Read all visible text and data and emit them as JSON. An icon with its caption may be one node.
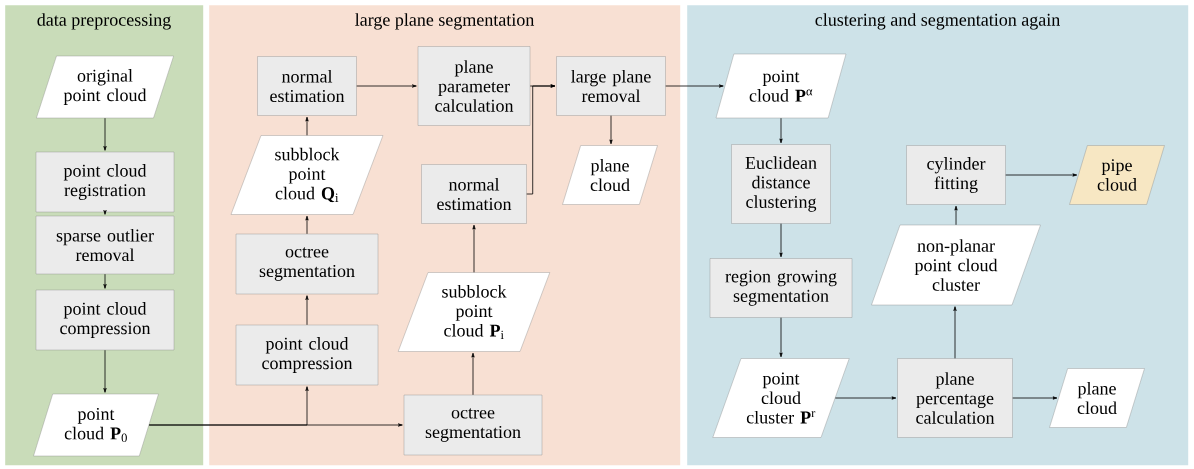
{
  "diagram": {
    "nodes": [
      {
        "text": [
          "data preprocessing"
        ]
      },
      {
        "text": [
          "original point cloud"
        ],
        "in": 0
      },
      {
        "text": [
          "point cloud registration"
        ],
        "in": 0
      },
      {
        "text": [
          "sparse outlier removal"
        ],
        "in": 0
      },
      {
        "text": [
          "point cloud compression"
        ],
        "in": 0
      },
      {
        "text": [
          "point cloud **P**$_{0}$"
        ],
        "in": 0
      },
      {
        "text": [
          "large plane segmentation"
        ]
      },
      {
        "text": [
          "normal estimation"
        ],
        "in": 6
      },
      {
        "text": [
          "plane parameter calculation"
        ],
        "in": 6
      },
      {
        "text": [
          "large plane removal"
        ],
        "in": 6
      },
      {
        "text": [
          "subblock point cloud **Q**$_{i}$"
        ],
        "in": 6
      },
      {
        "text": [
          "plane cloud"
        ],
        "in": 6
      },
      {
        "text": [
          "normal estimation"
        ],
        "in": 6
      },
      {
        "text": [
          "octree segmentation"
        ],
        "in": 6
      },
      {
        "text": [
          "subblock point cloud **P**$_{i}$"
        ],
        "in": 6
      },
      {
        "text": [
          "point cloud compression"
        ],
        "in": 6
      },
      {
        "text": [
          "octree segmentation"
        ],
        "in": 6
      },
      {
        "text": [
          "clustering and segmentation again"
        ]
      },
      {
        "text": [
          "point cloud **P**$^{α}$"
        ],
        "in": 17
      },
      {
        "text": [
          "Euclidean distance clustering"
        ],
        "in": 17
      },
      {
        "text": [
          "cylinder fitting"
        ],
        "in": 17
      },
      {
        "text": [
          "pipe cloud"
        ],
        "in": 17
      },
      {
        "text": [
          "non-planar point cloud cluster"
        ],
        "in": 17
      },
      {
        "text": [
          "region growing segmentation"
        ],
        "in": 17
      },
      {
        "text": [
          "point cloud cluster **P**$^{r}$"
        ],
        "in": 17
      },
      {
        "text": [
          "plane percentage calculation"
        ],
        "in": 17
      },
      {
        "text": [
          "plane cloud"
        ],
        "in": 17
      }
    ],
    "edges": [
      {
        "from": 1,
        "to": 2,
        "arrow": "to"
      },
      {
        "from": 2,
        "to": 3,
        "arrow": "to"
      },
      {
        "from": 3,
        "to": 4,
        "arrow": "to"
      },
      {
        "from": 4,
        "to": 5,
        "arrow": "to"
      },
      {
        "from": 5,
        "to": 15,
        "arrow": "to"
      },
      {
        "from": 5,
        "to": 16,
        "arrow": "to"
      },
      {
        "from": 15,
        "to": 13,
        "arrow": "to"
      },
      {
        "from": 13,
        "to": 10,
        "arrow": "to"
      },
      {
        "from": 10,
        "to": 7,
        "arrow": "to"
      },
      {
        "from": 7,
        "to": 8,
        "arrow": "to"
      },
      {
        "from": 8,
        "to": 9,
        "arrow": "to"
      },
      {
        "from": 16,
        "to": 14,
        "arrow": "to"
      },
      {
        "from": 14,
        "to": 12,
        "arrow": "to"
      },
      {
        "from": 12,
        "to": 9,
        "arrow": "to"
      },
      {
        "from": 9,
        "to": 11,
        "arrow": "to"
      },
      {
        "from": 9,
        "to": 18,
        "arrow": "to"
      },
      {
        "from": 18,
        "to": 19,
        "arrow": "to"
      },
      {
        "from": 19,
        "to": 23,
        "arrow": "to"
      },
      {
        "from": 23,
        "to": 24,
        "arrow": "to"
      },
      {
        "from": 24,
        "to": 25,
        "arrow": "to"
      },
      {
        "from": 25,
        "to": 26,
        "arrow": "to"
      },
      {
        "from": 25,
        "to": 22,
        "arrow": "to"
      },
      {
        "from": 22,
        "to": 20,
        "arrow": "to"
      },
      {
        "from": 20,
        "to": 21,
        "arrow": "to"
      }
    ]
  }
}
